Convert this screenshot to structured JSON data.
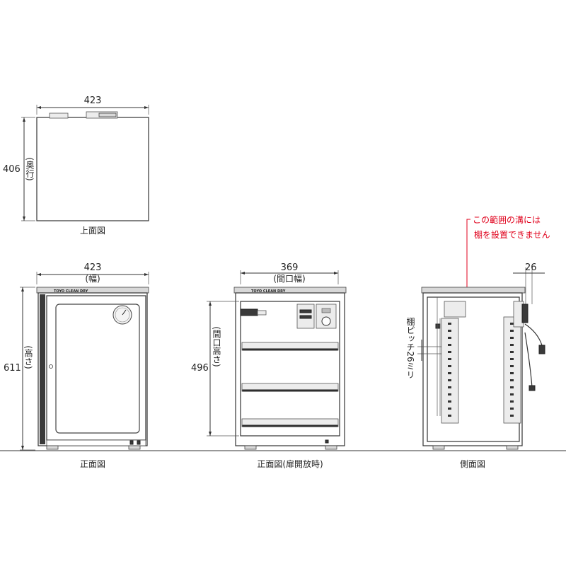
{
  "colors": {
    "line": "#333333",
    "note": "#e0001b",
    "background": "#ffffff"
  },
  "top_view": {
    "width_value": "423",
    "depth_value": "406",
    "depth_label": "(奥行)",
    "caption": "上面図"
  },
  "front_view": {
    "width_value": "423",
    "width_label": "(幅)",
    "height_value": "611",
    "height_label": "(高さ)",
    "brand": "TOYO CLEAN DRY",
    "caption": "正面図"
  },
  "front_open_view": {
    "opening_width_value": "369",
    "opening_width_label": "(間口幅)",
    "opening_height_value": "496",
    "opening_height_label": "(間口高さ)",
    "brand": "TOYO CLEAN DRY",
    "caption": "正面図(扉開放時)"
  },
  "side_view": {
    "depth_value": "26",
    "shelf_pitch_label": "棚ピッチ26ミリ",
    "note_line1": "この範囲の溝には",
    "note_line2": "棚を設置できません",
    "caption": "側面図"
  }
}
